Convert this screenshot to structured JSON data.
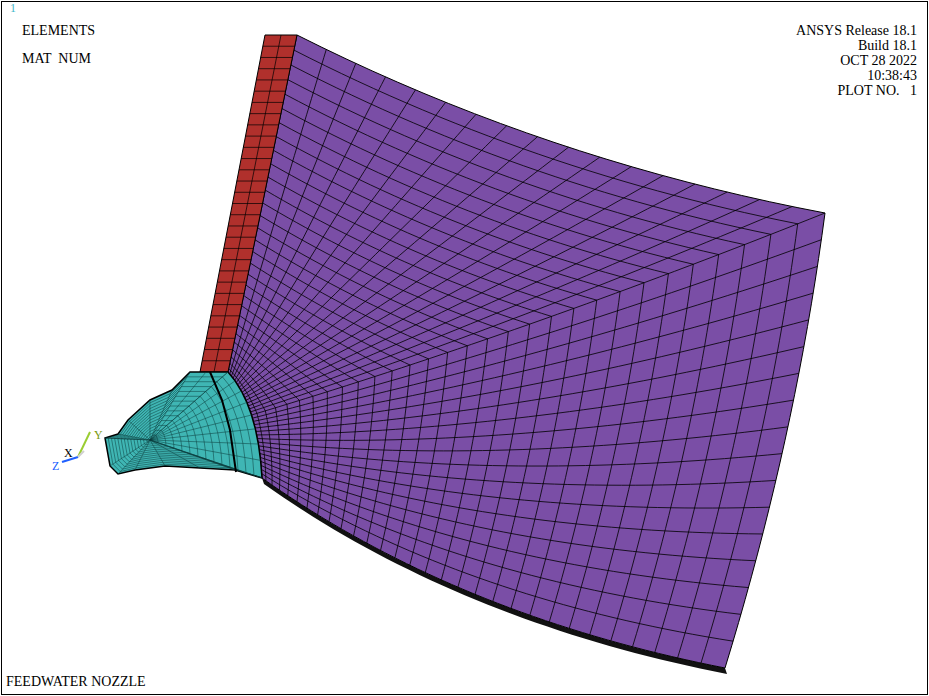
{
  "diagram": {
    "caption": "FEEDWATER NOZZLE",
    "labels": [
      "1",
      "ELEMENTS",
      "MAT  NUM",
      "ANSYS Release 18.1",
      "Build 18.1",
      "OCT 28 2022",
      "10:38:43",
      "PLOT NO.   1",
      "X",
      "Y",
      "Z"
    ]
  }
}
